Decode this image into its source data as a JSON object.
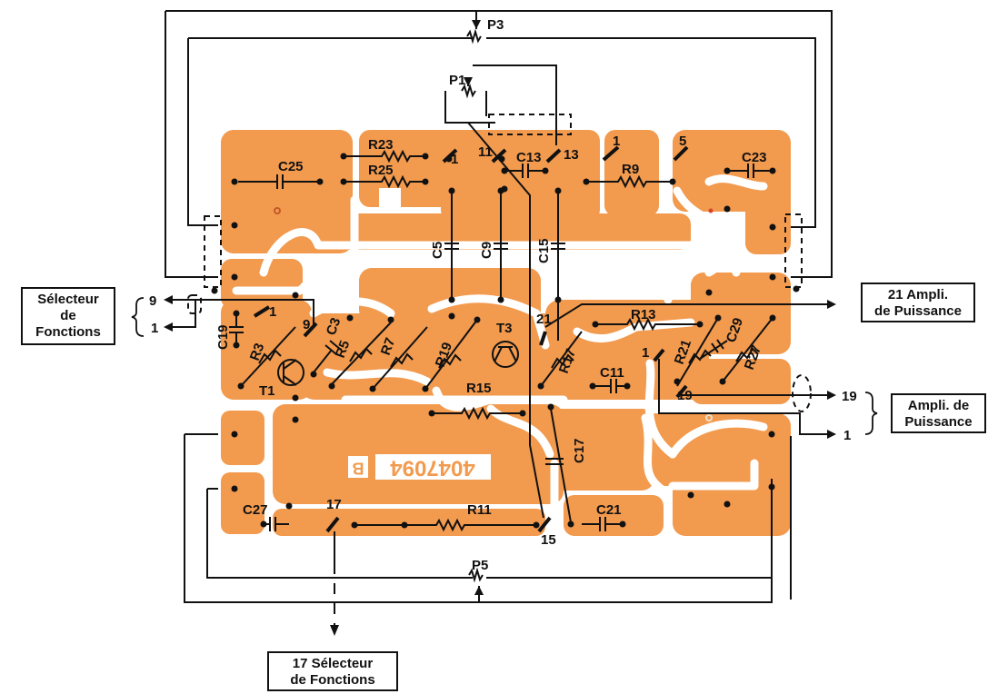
{
  "board": {
    "reference": "4047094",
    "revision": "B",
    "colors": {
      "pad": "#F29A4E",
      "copper": "#ffffff",
      "wire": "#111111",
      "background": "#ffffff"
    }
  },
  "potentiometers": {
    "p1": "P1",
    "p3": "P3",
    "p5": "P5"
  },
  "components": {
    "r23": "R23",
    "r25": "R25",
    "r9": "R9",
    "r3": "R3",
    "r5": "R5",
    "r7": "R7",
    "r19": "R19",
    "r13": "R13",
    "r17": "R17",
    "r21": "R21",
    "r27": "R27",
    "r15": "R15",
    "r11": "R11",
    "c25": "C25",
    "c13": "C13",
    "c23": "C23",
    "c5": "C5",
    "c9": "C9",
    "c15": "C15",
    "c19": "C19",
    "c3": "C3",
    "c11": "C11",
    "c29": "C29",
    "c17": "C17",
    "c27": "C27",
    "c21": "C21",
    "t1": "T1",
    "t3": "T3"
  },
  "pins": {
    "p1_left": "1",
    "p11": "11",
    "p13": "13",
    "p1_top": "1",
    "p5": "5",
    "p1_mid": "1",
    "p9": "9",
    "p21": "21",
    "p1_right": "1",
    "p19": "19",
    "p17": "17",
    "p15": "15",
    "ext_9": "9",
    "ext_1_left": "1",
    "ext_19": "19",
    "ext_1_right": "1"
  },
  "connectors": {
    "selecteur_left": [
      "Sélecteur",
      "de",
      "Fonctions"
    ],
    "ampli_21": [
      "21 Ampli.",
      "de Puissance"
    ],
    "ampli_right": [
      "Ampli. de",
      "Puissance"
    ],
    "selecteur_bottom": [
      "17 Sélecteur",
      "de Fonctions"
    ]
  }
}
